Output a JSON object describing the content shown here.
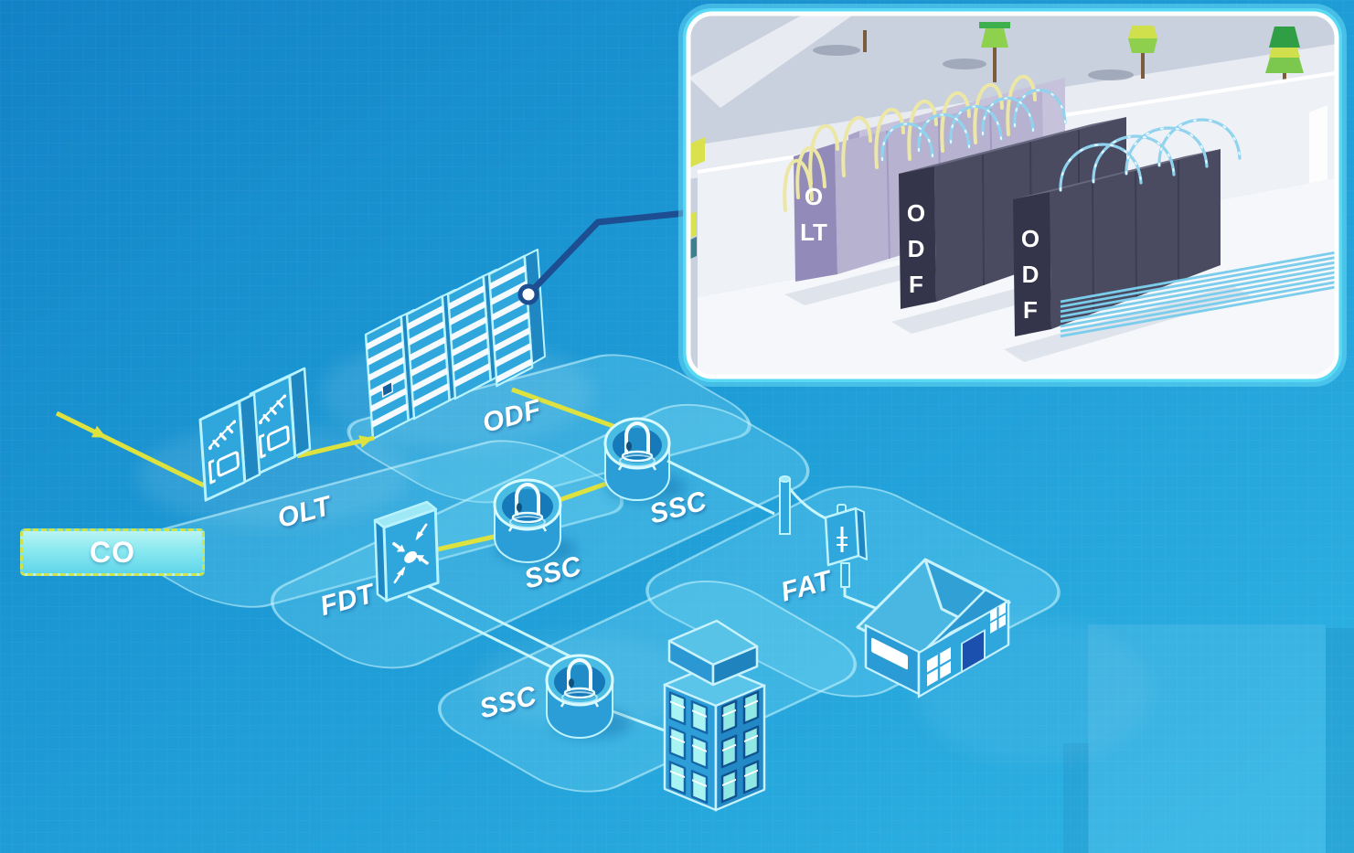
{
  "labels": {
    "co": "CO",
    "olt": "OLT",
    "odf": "ODF",
    "fdt": "FDT",
    "ssc_mid_left": "SSC",
    "ssc_mid_right": "SSC",
    "ssc_bottom": "SSC",
    "fat": "FAT"
  },
  "inset": {
    "rack_labels": [
      "OLT",
      "ODF",
      "ODF"
    ]
  },
  "palette": {
    "background_blue": "#1d9ad5",
    "platform_cyan": "#82e0f8",
    "device_blue": "#2fa6dc",
    "device_outline": "#b9f3ff",
    "fiber_yellow": "#dde23f",
    "drop_cable_cyan": "#c9f6fc",
    "callout_navy": "#1c4e91",
    "co_box_fill": "#8feaf0",
    "co_box_border": "#cfe34a",
    "inset_ground": "#c9d1de",
    "inset_floor": "#f5f7fa",
    "olt_rack_lavender": "#928bb9",
    "odf_rack_dark": "#34344a",
    "tree_green": "#7cc84e",
    "door_navy": "#1c50ae",
    "window_aqua": "#a7f4f2"
  }
}
